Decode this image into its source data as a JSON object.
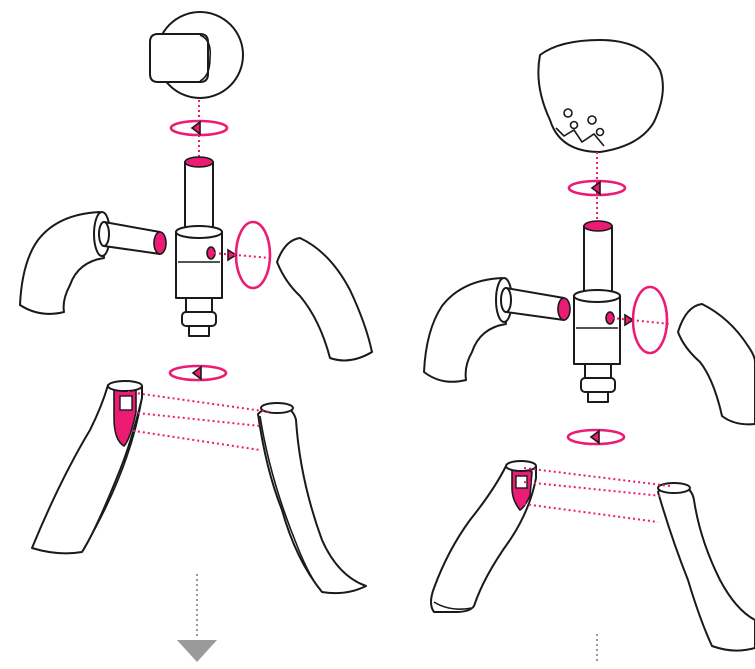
{
  "colors": {
    "accent": "#ec1c75",
    "outline": "#1a1a1a",
    "guide": "#9a9a9a"
  },
  "assemblies": [
    {
      "name": "assembly-with-square-knob",
      "top_part": "square-knob",
      "icon": "rotate-arrow-icon"
    },
    {
      "name": "assembly-with-face-knob",
      "top_part": "face-knob",
      "icon": "rotate-arrow-icon"
    }
  ]
}
